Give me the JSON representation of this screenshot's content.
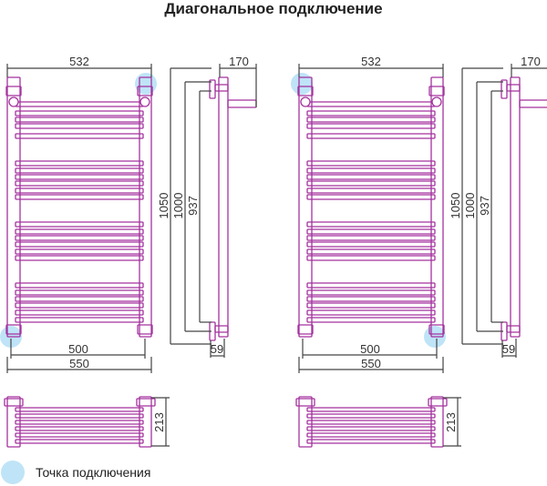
{
  "title": "Диагональное подключение",
  "colors": {
    "pipe": "#a3329e",
    "dim": "#444444",
    "highlight": "#bfe4f7"
  },
  "diagrams": [
    {
      "name": "variant-left-top-right-bottom-left",
      "dims": {
        "width_top": "532",
        "depth": "170",
        "height_total": "1050",
        "height_1000": "1000",
        "height_937": "937",
        "offset": "59",
        "center": "500",
        "width_total": "550",
        "bottom_depth": "213"
      },
      "connections": [
        "top-right",
        "bottom-left"
      ]
    },
    {
      "name": "variant-top-left-bottom-right",
      "dims": {
        "width_top": "532",
        "depth": "170",
        "height_total": "1050",
        "height_1000": "1000",
        "height_937": "937",
        "offset": "59",
        "center": "500",
        "width_total": "550",
        "bottom_depth": "213"
      },
      "connections": [
        "top-left",
        "bottom-right"
      ]
    }
  ],
  "legend": {
    "label": "Точка подключения"
  }
}
